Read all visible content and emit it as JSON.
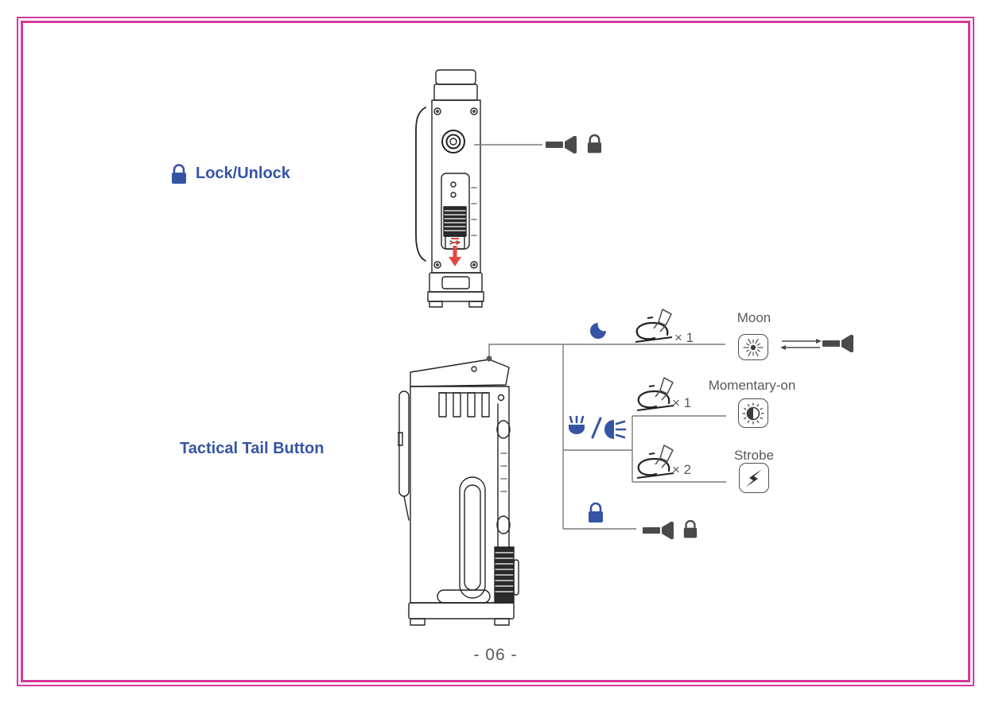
{
  "page": {
    "footer_label": "- 06 -"
  },
  "colors": {
    "frame_pink": "#d6399b",
    "accent_blue": "#3554a4",
    "icon_dark": "#4a4a4d",
    "line_gray": "#7b7b7b",
    "text_gray": "#58595b",
    "arrow_red": "#e8473f"
  },
  "sections": {
    "lock_unlock": {
      "label": "Lock/Unlock"
    },
    "tactical_tail": {
      "label": "Tactical Tail Button"
    }
  },
  "diagram": {
    "moon_branch": {
      "press_label": "× 1",
      "mode_label": "Moon"
    },
    "flood_spot_branch": {
      "momentary": {
        "press_label": "× 1",
        "mode_label": "Momentary-on"
      },
      "strobe": {
        "press_label": "× 2",
        "mode_label": "Strobe"
      }
    }
  },
  "icons": {
    "lock": "padlock",
    "flashlight": "flashlight",
    "moon_crescent": "crescent-moon",
    "press_switch": "press-tail-switch",
    "sunburst": "moon-mode-burst",
    "half_sun": "momentary-on-sun",
    "strobe_bolt": "strobe-lightning",
    "reversible_arrows": "two-way-arrows",
    "flood_spot": "flood-slash-spot-beams"
  }
}
